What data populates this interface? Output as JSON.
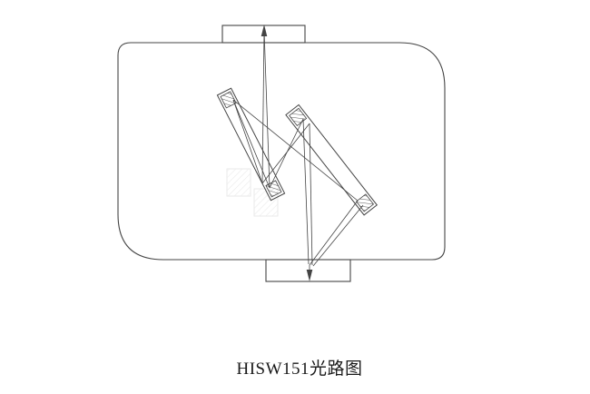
{
  "caption": "HISW151光路图",
  "colors": {
    "line": "#444444",
    "background": "#ffffff",
    "watermark": "#d9d9d9",
    "text": "#1a1a1a"
  },
  "components": {
    "housing": "spectrometer-housing",
    "top_port": "entrance-port",
    "bottom_port": "exit-port",
    "left_element": "tilted-mirror-left",
    "right_element": "tilted-mirror-right",
    "beam_in_arrow": "arrow-up",
    "beam_out_arrow": "arrow-down"
  }
}
